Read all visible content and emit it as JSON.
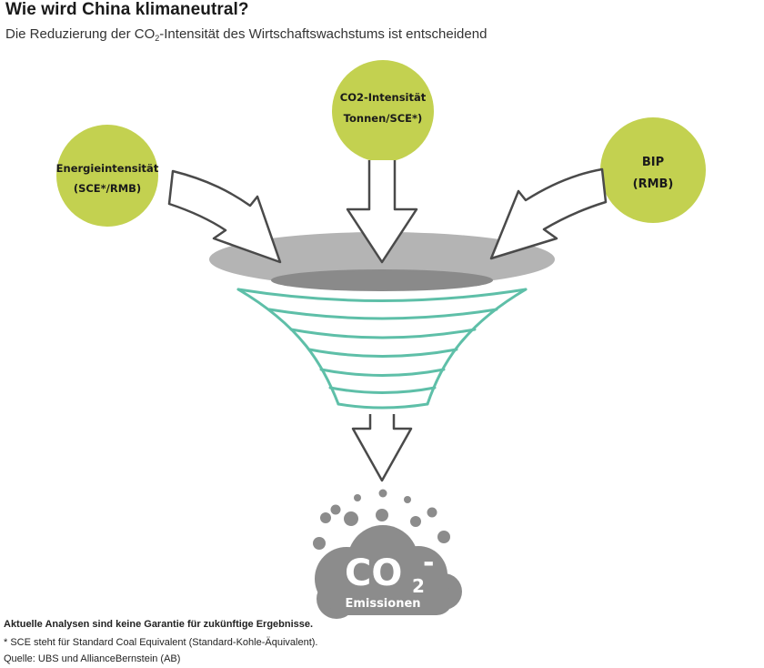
{
  "header": {
    "title": "Wie wird China klimaneutral?",
    "subtitle_pre": "Die Reduzierung der CO",
    "subtitle_sub": "2",
    "subtitle_post": "-Intensität des Wirtschaftswachstums ist entscheidend"
  },
  "inputs": [
    {
      "line1": "Energieintensität",
      "line2": "(SCE*/RMB)"
    },
    {
      "line1": "CO2-Intensität",
      "line2": "Tonnen/SCE*)"
    },
    {
      "line1": "BIP",
      "line2": "(RMB)"
    }
  ],
  "output": {
    "co2": "CO",
    "sub": "2",
    "minus": "-",
    "label": "Emissionen"
  },
  "footer": {
    "disclaimer": "Aktuelle Analysen sind keine Garantie für zukünftige Ergebnisse.",
    "note": "* SCE steht für Standard Coal Equivalent (Standard-Kohle-Äquivalent).",
    "source": "Quelle: UBS und AllianceBernstein (AB)"
  },
  "colors": {
    "circle": "#c3d150",
    "funnel_rim": "#b4b4b4",
    "funnel_inner": "#8a8a8a",
    "funnel_lines": "#5ebfa8",
    "cloud": "#8c8c8c"
  }
}
